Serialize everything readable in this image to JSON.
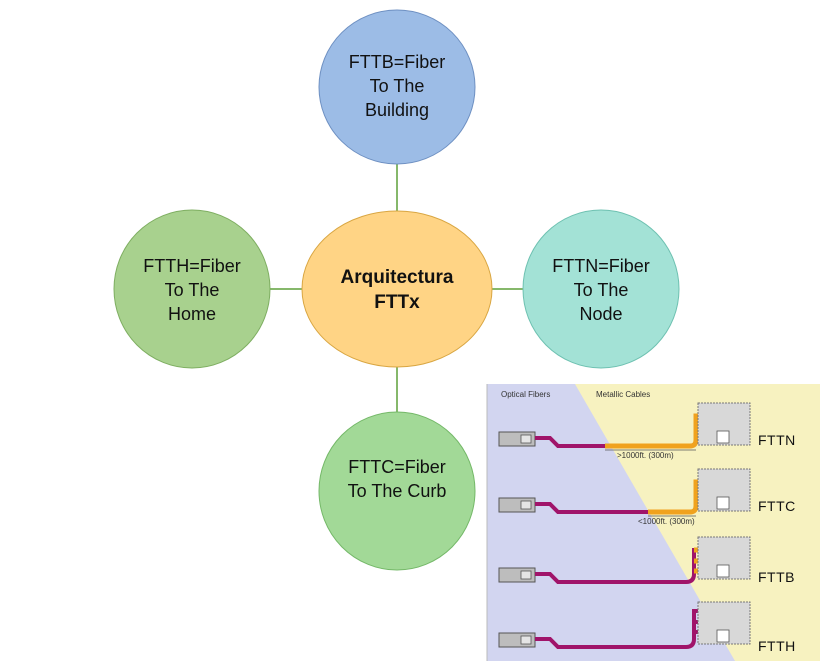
{
  "diagram": {
    "center": {
      "lines": [
        "Arquitectura",
        "FTTx"
      ],
      "fill": "#FFD485",
      "stroke": "#D9A642"
    },
    "nodes": {
      "top": {
        "lines": [
          "FTTB=Fiber",
          "To The",
          "Building"
        ],
        "fill": "#9CBCE6",
        "stroke": "#6E90C2"
      },
      "left": {
        "lines": [
          "FTTH=Fiber",
          "To The",
          "Home"
        ],
        "fill": "#A8D18E",
        "stroke": "#7EAE61"
      },
      "right": {
        "lines": [
          "FTTN=Fiber",
          "To The",
          "Node"
        ],
        "fill": "#A3E2D6",
        "stroke": "#6EC1B1"
      },
      "bottom": {
        "lines": [
          "FTTC=Fiber",
          "To The Curb"
        ],
        "fill": "#A2D997",
        "stroke": "#74B868"
      }
    },
    "connector_color": "#86B86B"
  },
  "inset": {
    "optical_label": "Optical Fibers",
    "metallic_label": "Metallic Cables",
    "rows": [
      {
        "label": "FTTN",
        "distance": ">1000ft. (300m)"
      },
      {
        "label": "FTTC",
        "distance": "<1000ft. (300m)"
      },
      {
        "label": "FTTB",
        "distance": ""
      },
      {
        "label": "FTTH",
        "distance": ""
      }
    ],
    "colors": {
      "optical_bg": "#D2D5F0",
      "metallic_bg": "#F7F2C0",
      "fiber": "#A0146A",
      "copper": "#F0A21E"
    }
  }
}
